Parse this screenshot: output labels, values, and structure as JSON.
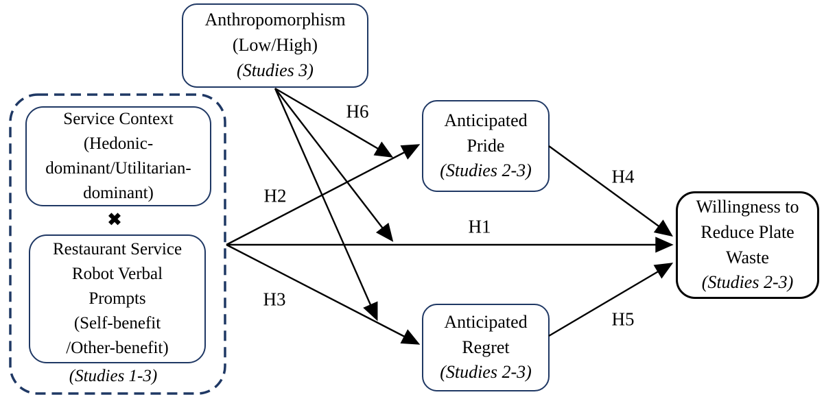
{
  "figure": {
    "moderator_box": {
      "lines": [
        "Anthropomorphism",
        "(Low/High)"
      ],
      "note": "(Studies 3)"
    },
    "iv_group": {
      "service_context_box": {
        "lines": [
          "Service Context",
          "(Hedonic-",
          "dominant/Utilitarian-",
          "dominant)"
        ]
      },
      "interaction_symbol": "✖",
      "robot_prompts_box": {
        "lines": [
          "Restaurant Service",
          "Robot Verbal",
          "Prompts",
          "(Self-benefit",
          "/Other-benefit)"
        ]
      },
      "note": "(Studies 1-3)"
    },
    "pride_box": {
      "lines": [
        "Anticipated",
        "Pride"
      ],
      "note": "(Studies 2-3)"
    },
    "regret_box": {
      "lines": [
        "Anticipated",
        "Regret"
      ],
      "note": "(Studies 2-3)"
    },
    "outcome_box": {
      "lines": [
        "Willingness to",
        "Reduce Plate",
        "Waste"
      ],
      "note": "(Studies 2-3)"
    },
    "path_labels": {
      "h1": "H1",
      "h2": "H2",
      "h3": "H3",
      "h4": "H4",
      "h5": "H5",
      "h6": "H6"
    },
    "colors": {
      "box_border_navy": "#1f3864",
      "outcome_border": "#000000",
      "arrow": "#000000",
      "background": "#ffffff"
    }
  }
}
